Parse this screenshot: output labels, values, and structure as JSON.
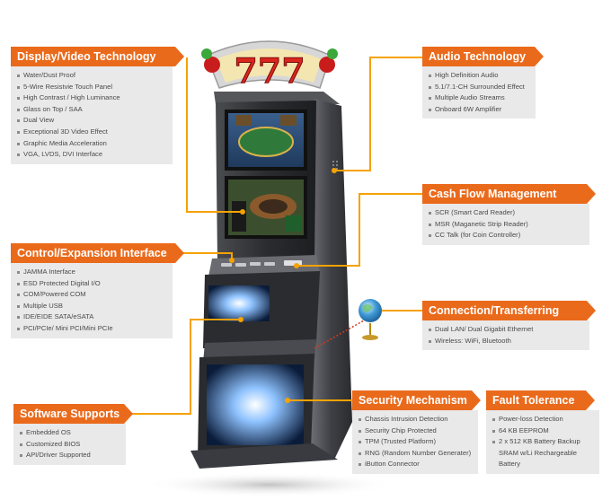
{
  "colors": {
    "accent": "#ea6a1c",
    "connector": "#f5a200",
    "panel_bg": "#e9e9ea",
    "text": "#4a4a4a",
    "cabinet": "#3a3a3d"
  },
  "marquee": {
    "text": "777"
  },
  "panels": {
    "display": {
      "title": "Display/Video Technology",
      "items": [
        "Water/Dust Proof",
        "5-Wire Resistvie Touch Panel",
        "High Contrast / High Luminance",
        "Glass on Top / SAA",
        "Dual View",
        "Exceptional 3D Video Effect",
        "Graphic Media Acceleration",
        "VGA, LVDS, DVI Interface"
      ]
    },
    "audio": {
      "title": "Audio Technology",
      "items": [
        "High Definition Audio",
        "5.1/7.1-CH Surrounded Effect",
        "Multiple Audio Streams",
        "Onboard 6W Amplifier"
      ]
    },
    "cash": {
      "title": "Cash Flow Management",
      "items": [
        "SCR (Smart Card Reader)",
        "MSR (Maganetic Strip Reader)",
        "CC Talk (for Coin Controller)"
      ]
    },
    "control": {
      "title": "Control/Expansion Interface",
      "items": [
        "JAMMA Interface",
        "ESD Protected Digital I/O",
        "COM/Powered COM",
        "Multiple USB",
        "IDE/EIDE SATA/eSATA",
        "PCI/PCIe/ Mini PCI/Mini PCIe"
      ]
    },
    "connection": {
      "title": "Connection/Transferring",
      "items": [
        "Dual LAN/ Dual Gigabit Ethernet",
        "Wireless: WiFi, Bluetooth"
      ]
    },
    "software": {
      "title": "Software Supports",
      "items": [
        "Embedded OS",
        "Customized BIOS",
        "API/Driver Supported"
      ]
    },
    "security": {
      "title": "Security Mechanism",
      "items": [
        "Chassis Intrusion Detection",
        "Security Chip Protected",
        "TPM (Trusted Platform)",
        "RNG (Random Number Generater)",
        "iButton Connector"
      ]
    },
    "fault": {
      "title": "Fault Tolerance",
      "items": [
        "Power-loss Detection",
        "64 KB EEPROM",
        "2 x 512 KB Battery Backup",
        "SRAM w/Li Rechargeable",
        "Battery"
      ]
    }
  }
}
